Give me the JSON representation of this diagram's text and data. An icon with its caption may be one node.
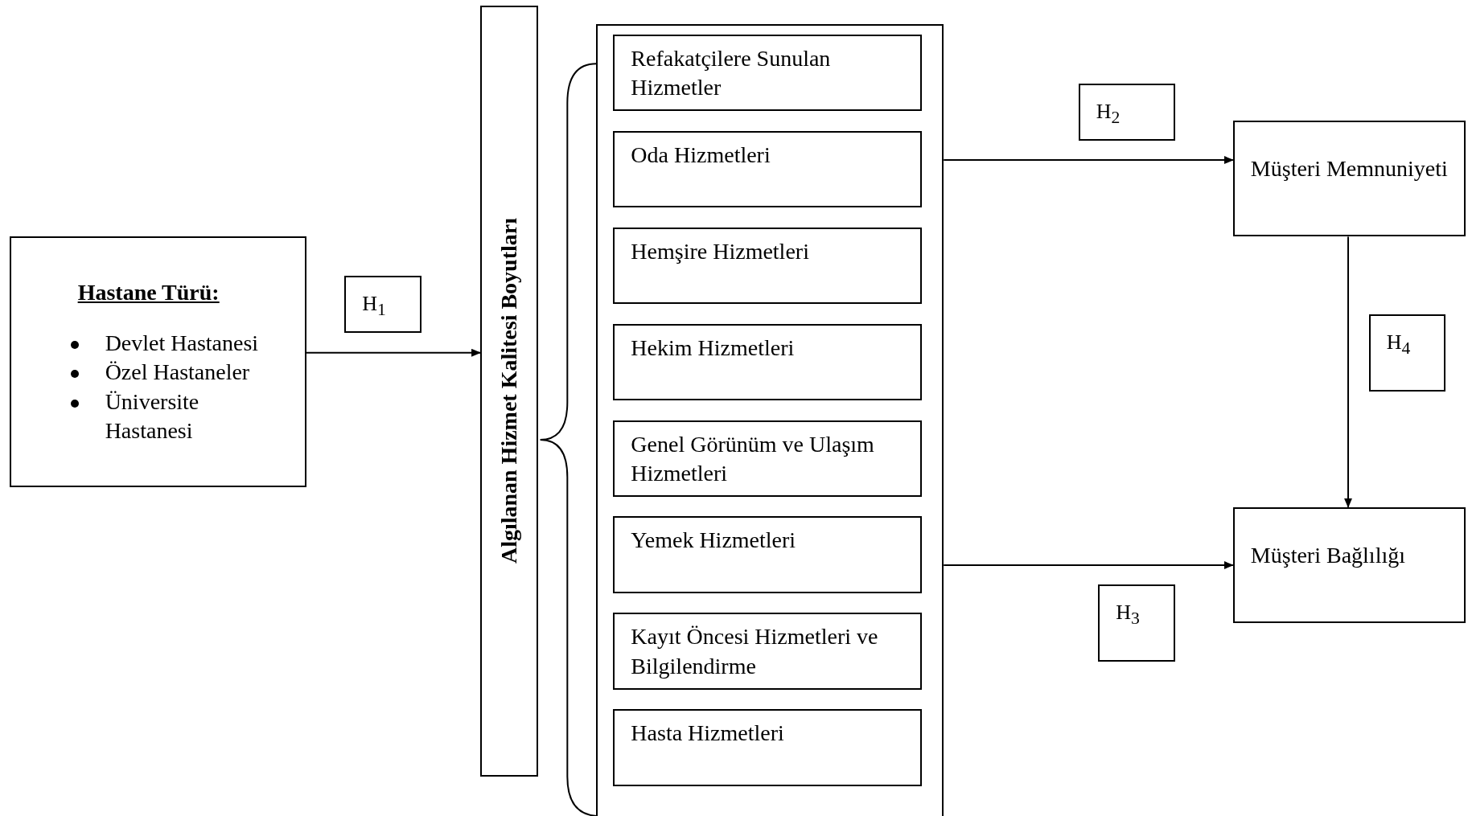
{
  "diagram": {
    "nodes": [
      {
        "text": [
          "Hastane Türü:",
          "Devlet Hastanesi",
          "Özel Hastaneler",
          "Üniversite Hastanesi"
        ]
      },
      {
        "text": [
          "H$_{1}$"
        ]
      },
      {
        "text": [
          "Algılanan Hizmet Kalitesi Boyutları"
        ]
      },
      {
        "text": [],
        "shape": "box"
      },
      {
        "text": [
          "Refakatçilere Sunulan Hizmetler"
        ],
        "in": 3
      },
      {
        "text": [
          "Oda Hizmetleri"
        ],
        "in": 3
      },
      {
        "text": [
          "Hemşire Hizmetleri"
        ],
        "in": 3
      },
      {
        "text": [
          "Hekim Hizmetleri"
        ],
        "in": 3
      },
      {
        "text": [
          "Genel Görünüm ve Ulaşım Hizmetleri"
        ],
        "in": 3
      },
      {
        "text": [
          "Yemek Hizmetleri"
        ],
        "in": 3
      },
      {
        "text": [
          "Kayıt Öncesi Hizmetleri ve Bilgilendirme"
        ],
        "in": 3
      },
      {
        "text": [
          "Hasta Hizmetleri"
        ],
        "in": 3
      },
      {
        "text": [
          "H$_{2}$"
        ]
      },
      {
        "text": [
          "Müşteri Memnuniyeti"
        ]
      },
      {
        "text": [
          "H$_{4}$"
        ]
      },
      {
        "text": [
          "Müşteri Bağlılığı"
        ]
      },
      {
        "text": [
          "H$_{3}$"
        ]
      }
    ],
    "edges": [
      {
        "from": 0,
        "to": 2,
        "arrow": "to"
      },
      {
        "from": 3,
        "to": 13,
        "arrow": "to"
      },
      {
        "from": 13,
        "to": 15,
        "arrow": "to"
      },
      {
        "from": 3,
        "to": 15,
        "arrow": "to"
      }
    ]
  }
}
